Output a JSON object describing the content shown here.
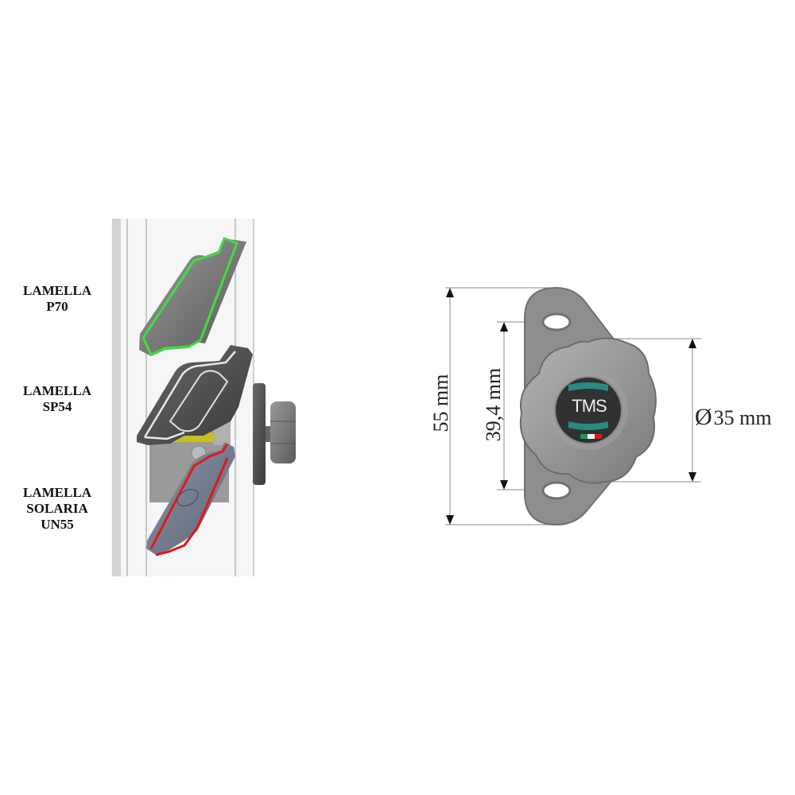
{
  "left_diagram": {
    "labels": [
      {
        "line1": "LAMELLA",
        "line2": "P70",
        "line3": ""
      },
      {
        "line1": "LAMELLA",
        "line2": "SP54",
        "line3": ""
      },
      {
        "line1": "LAMELLA",
        "line2": "SOLARIA",
        "line3": "UN55"
      }
    ],
    "profile_colors": {
      "p70": "#3ee03a",
      "sp54": "#e8e8e8",
      "un55": "#e01818",
      "gear": "#c8c020"
    }
  },
  "right_diagram": {
    "dimensions": {
      "overall_height": "55 mm",
      "hole_spacing": "39,4 mm",
      "knob_diameter_symbol": "Ø",
      "knob_diameter": "35 mm"
    },
    "logo": {
      "text": "TMS",
      "accent": "#2a8a80",
      "flag": [
        "#1f9a4a",
        "#ffffff",
        "#e01818"
      ]
    }
  }
}
